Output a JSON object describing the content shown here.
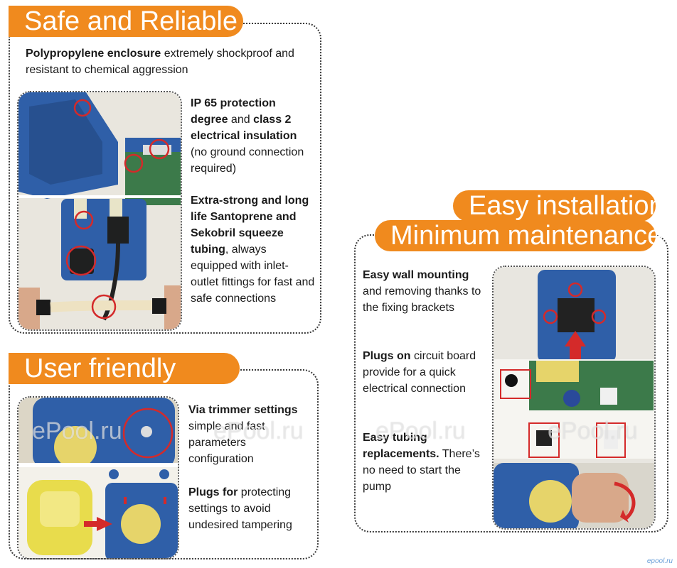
{
  "safe": {
    "banner": "Safe and Reliable",
    "intro_bold": "Polypropylene enclosure",
    "intro_rest": " extremely shockproof and resistant to chemical aggression",
    "ip_bold1": "IP 65 protection degree",
    "ip_mid": " and ",
    "ip_bold2": "class 2 electrical insulation",
    "ip_rest": " (no ground connection required)",
    "tube_bold": "Extra-strong and long life Santoprene and Sekobril squeeze tubing",
    "tube_rest": ", always equipped with inlet-outlet fittings for fast and safe connections"
  },
  "user": {
    "banner": "User friendly",
    "trim_bold": "Via trimmer settings",
    "trim_rest": " simple and fast parameters configuration",
    "plug_bold": "Plugs for",
    "plug_rest": " protecting settings to avoid undesired tampering"
  },
  "easy": {
    "banner1": "Easy installation",
    "banner2": "Minimum maintenance",
    "wall_bold": "Easy wall mounting",
    "wall_rest": " and removing thanks to the fixing brackets",
    "plugs_bold": "Plugs on",
    "plugs_rest": " circuit board provide for a quick electrical connection",
    "tubing_bold": "Easy tubing replacements.",
    "tubing_rest": " There’s no need to start the pump"
  },
  "watermarks": [
    "ePool.ru",
    "ePool.ru",
    "ePool.ru",
    "ePool.ru"
  ],
  "footer_mark": "epool.ru",
  "colors": {
    "banner_orange": "#f08a1e",
    "pump_blue": "#2f5fa8",
    "highlight_red": "#d42a2a"
  }
}
